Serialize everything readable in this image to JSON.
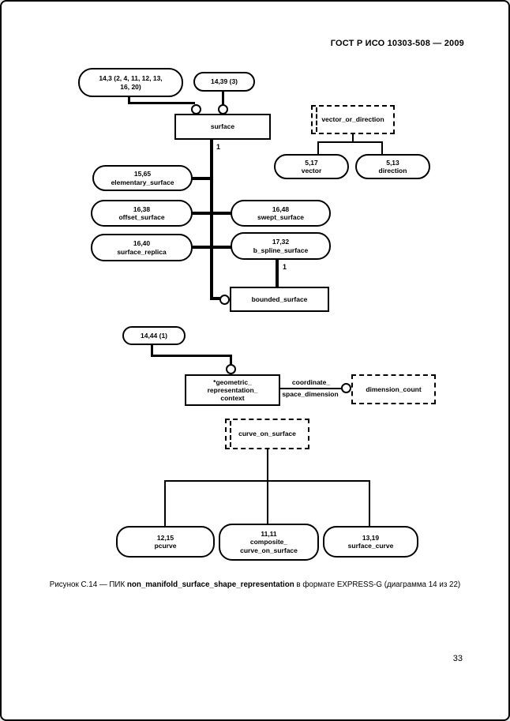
{
  "header": {
    "title": "ГОСТ Р ИСО 10303-508 — 2009"
  },
  "footer": {
    "page_number": "33"
  },
  "caption": {
    "prefix": "Рисунок С.14 — ПИК ",
    "entity": "non_manifold_surface_shape_representation",
    "suffix": " в формате EXPRESS-G (диаграмма 14 из 22)"
  },
  "diagram": {
    "page_refs": {
      "ref_14_3": {
        "line1": "14,3 (2, 4, 11, 12, 13,",
        "line2": "16, 20)"
      },
      "ref_14_39": "14,39 (3)",
      "ref_14_44": "14,44 (1)"
    },
    "entities": {
      "surface": "surface",
      "bounded_surface": "bounded_surface",
      "grc_line1": "*geometric_",
      "grc_line2": "representation_",
      "grc_line3": "context"
    },
    "selects": {
      "vector_or_direction": "vector_or_direction",
      "curve_on_surface": "curve_on_surface",
      "dimension_count": "dimension_count"
    },
    "refs": {
      "vector": {
        "num": "5,17",
        "name": "vector"
      },
      "direction": {
        "num": "5,13",
        "name": "direction"
      },
      "elementary_surface": {
        "num": "15,65",
        "name": "elementary_surface"
      },
      "offset_surface": {
        "num": "16,38",
        "name": "offset_surface"
      },
      "swept_surface": {
        "num": "16,48",
        "name": "swept_surface"
      },
      "surface_replica": {
        "num": "16,40",
        "name": "surface_replica"
      },
      "b_spline_surface": {
        "num": "17,32",
        "name": "b_spline_surface"
      },
      "pcurve": {
        "num": "12,15",
        "name": "pcurve"
      },
      "composite_curve_on_surface": {
        "num": "11,11",
        "name_line1": "composite_",
        "name_line2": "curve_on_surface"
      },
      "surface_curve": {
        "num": "13,19",
        "name": "surface_curve"
      }
    },
    "attributes": {
      "csd_line1": "coordinate_",
      "csd_line2": "space_dimension"
    },
    "cardinalities": {
      "surface_subtype": "1",
      "b_spline_subtype": "1"
    },
    "colors": {
      "ink": "#000000",
      "paper": "#ffffff"
    }
  }
}
